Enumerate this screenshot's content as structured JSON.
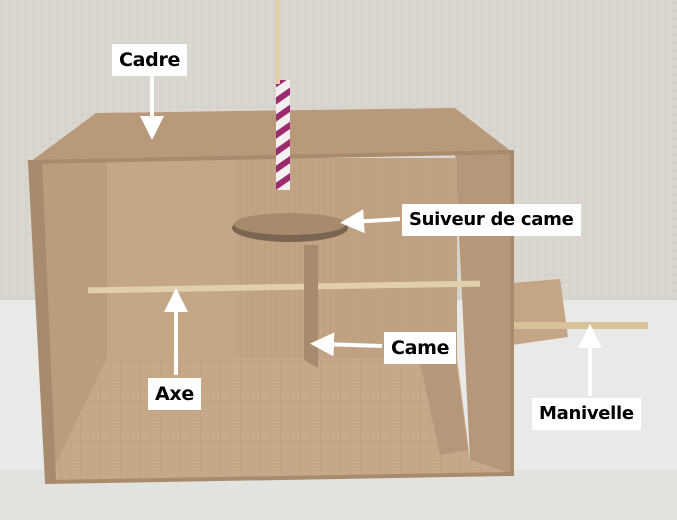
{
  "labels": {
    "cadre": "Cadre",
    "suiveur": "Suiveur de came",
    "came": "Came",
    "axe": "Axe",
    "manivelle": "Manivelle"
  },
  "colors": {
    "wall": "#d9d6cf",
    "table": "#e9e9e7",
    "cardboard_top": "#b8997a",
    "cardboard_interior": "#c2a383",
    "cardboard_shadow": "#a88b6c",
    "straw_stripe": "#9b2a6e",
    "label_bg": "#ffffff",
    "arrow": "#ffffff"
  }
}
